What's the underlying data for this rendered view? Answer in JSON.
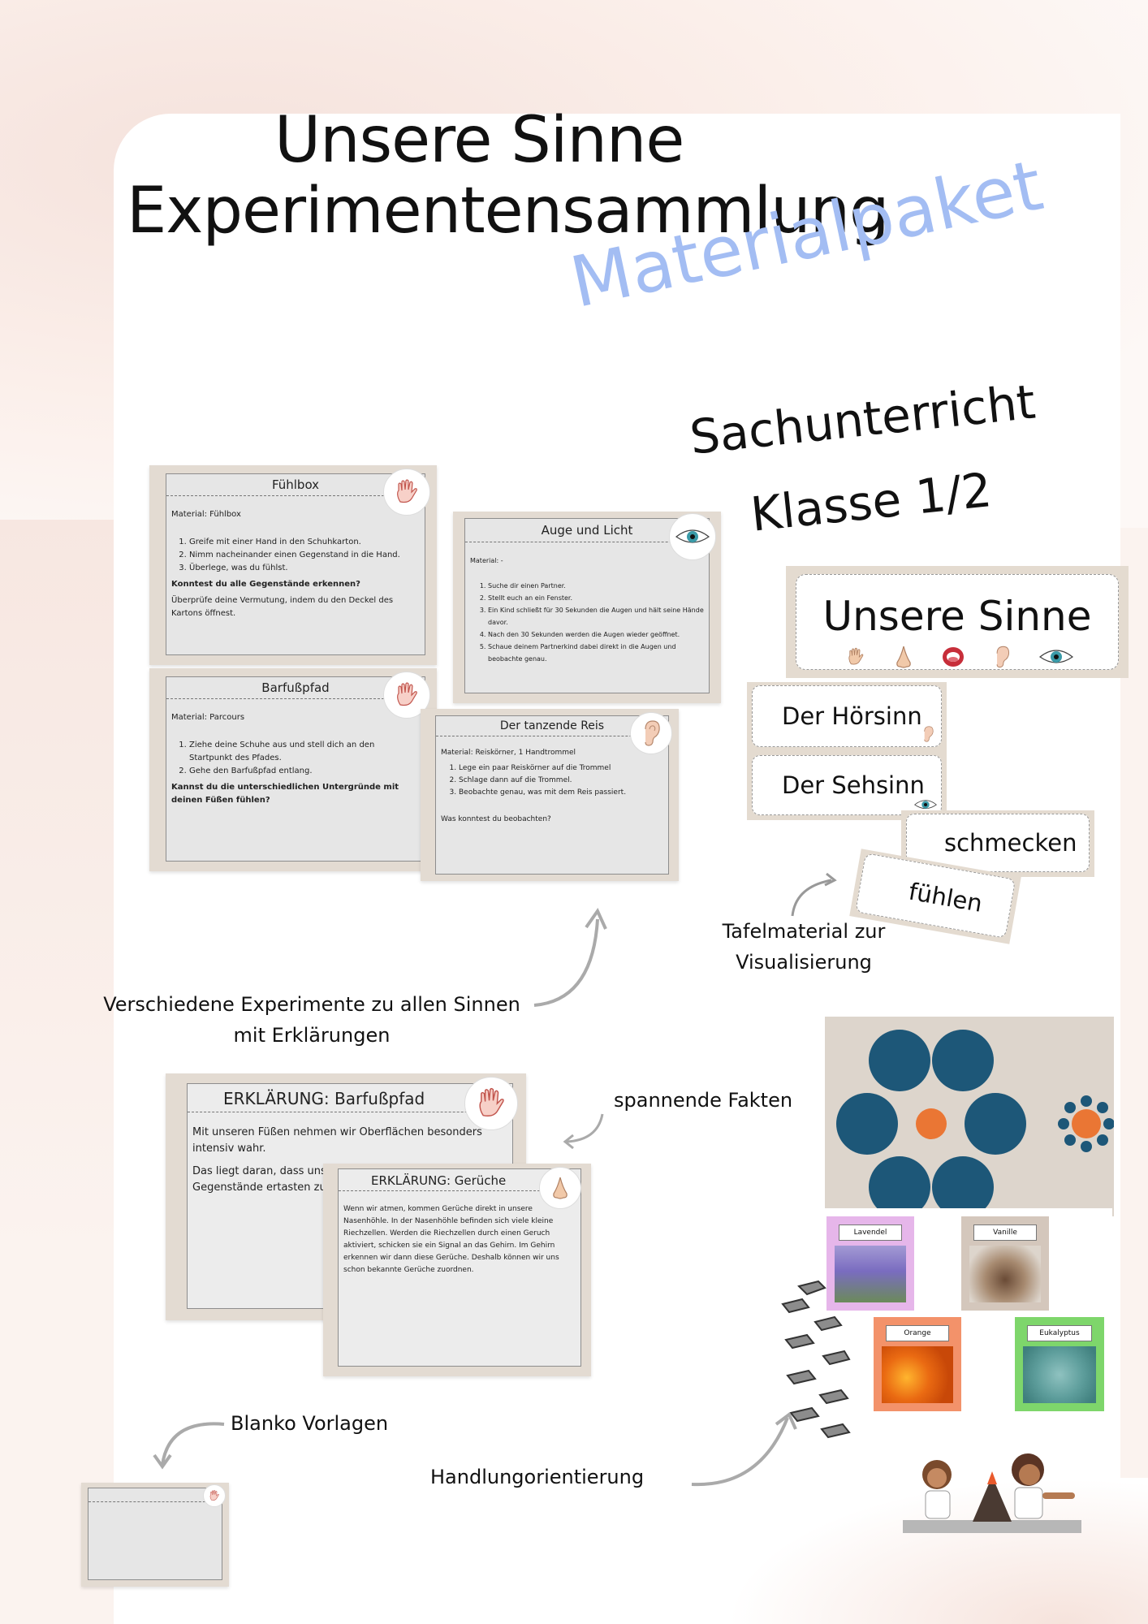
{
  "title": {
    "line1": "Unsere Sinne",
    "line2": "Experimentensammlung"
  },
  "badge": "Materialpaket",
  "subject": {
    "line1": "Sachunterricht",
    "line2": "Klasse 1/2"
  },
  "cards": {
    "fuehlbox": {
      "title": "Fühlbox",
      "material": "Material: Fühlbox",
      "steps": [
        "Greife mit einer Hand in den Schuhkarton.",
        "Nimm nacheinander einen Gegenstand in die Hand.",
        "Überlege, was du fühlst."
      ],
      "question": "Konntest du alle Gegenstände erkennen?",
      "note": "Überprüfe deine Vermutung, indem du den Deckel des Kartons öffnest."
    },
    "auge": {
      "title": "Auge und Licht",
      "material": "Material: -",
      "steps": [
        "Suche dir einen Partner.",
        "Stellt euch an ein Fenster.",
        "Ein Kind schließt für 30 Sekunden die Augen und hält seine Hände davor.",
        "Nach den 30 Sekunden werden die Augen wieder geöffnet.",
        "Schaue deinem Partnerkind dabei direkt in die Augen und beobachte genau."
      ]
    },
    "barfuss": {
      "title": "Barfußpfad",
      "material": "Material: Parcours",
      "steps": [
        "Ziehe deine Schuhe aus und stell dich an den Startpunkt des Pfades.",
        "Gehe den Barfußpfad entlang."
      ],
      "question": "Kannst du die unterschiedlichen Untergründe mit deinen Füßen fühlen?"
    },
    "reis": {
      "title": "Der tanzende Reis",
      "material": "Material: Reiskörner, 1 Handtrommel",
      "steps": [
        "Lege ein paar Reiskörner auf die Trommel",
        "Schlage dann auf die Trommel.",
        "Beobachte genau, was mit dem Reis passiert."
      ],
      "question": "Was konntest du beobachten?"
    },
    "erkl_barfuss": {
      "title": "ERKLÄRUNG: Barfußpfad",
      "p1": "Mit unseren Füßen nehmen wir Oberflächen besonders intensiv wahr.",
      "p2": "Das liegt daran, dass uns Sinneszellen besitzen und Gegenstände ertasten zu"
    },
    "erkl_gerueche": {
      "title": "ERKLÄRUNG: Gerüche",
      "text": "Wenn wir atmen, kommen Gerüche direkt in unsere Nasenhöhle. In der Nasenhöhle befinden sich viele kleine Riechzellen. Werden die Riechzellen durch einen Geruch aktiviert, schicken sie ein Signal an das Gehirn. Im Gehirn erkennen wir dann diese Gerüche. Deshalb können wir uns schon bekannte Gerüche zuordnen."
    }
  },
  "board": {
    "header": "Unsere Sinne",
    "strips": [
      "Der Hörsinn",
      "Der Sehsinn",
      "schmecken",
      "fühlen"
    ]
  },
  "photos": [
    "Lavendel",
    "Vanille",
    "Orange",
    "Eukalyptus"
  ],
  "annotations": {
    "tafel": [
      "Tafelmaterial zur",
      "Visualisierung"
    ],
    "experimente": [
      "Verschiedene Experimente zu allen Sinnen",
      "mit Erklärungen"
    ],
    "fakten": "spannende Fakten",
    "blanko": "Blanko Vorlagen",
    "handlung": "Handlungorientierung"
  },
  "colors": {
    "badge": "#a3bdf3",
    "card_frame": "#e3dbd2",
    "illusion_blue": "#1d5778",
    "illusion_orange": "#ea7634"
  }
}
